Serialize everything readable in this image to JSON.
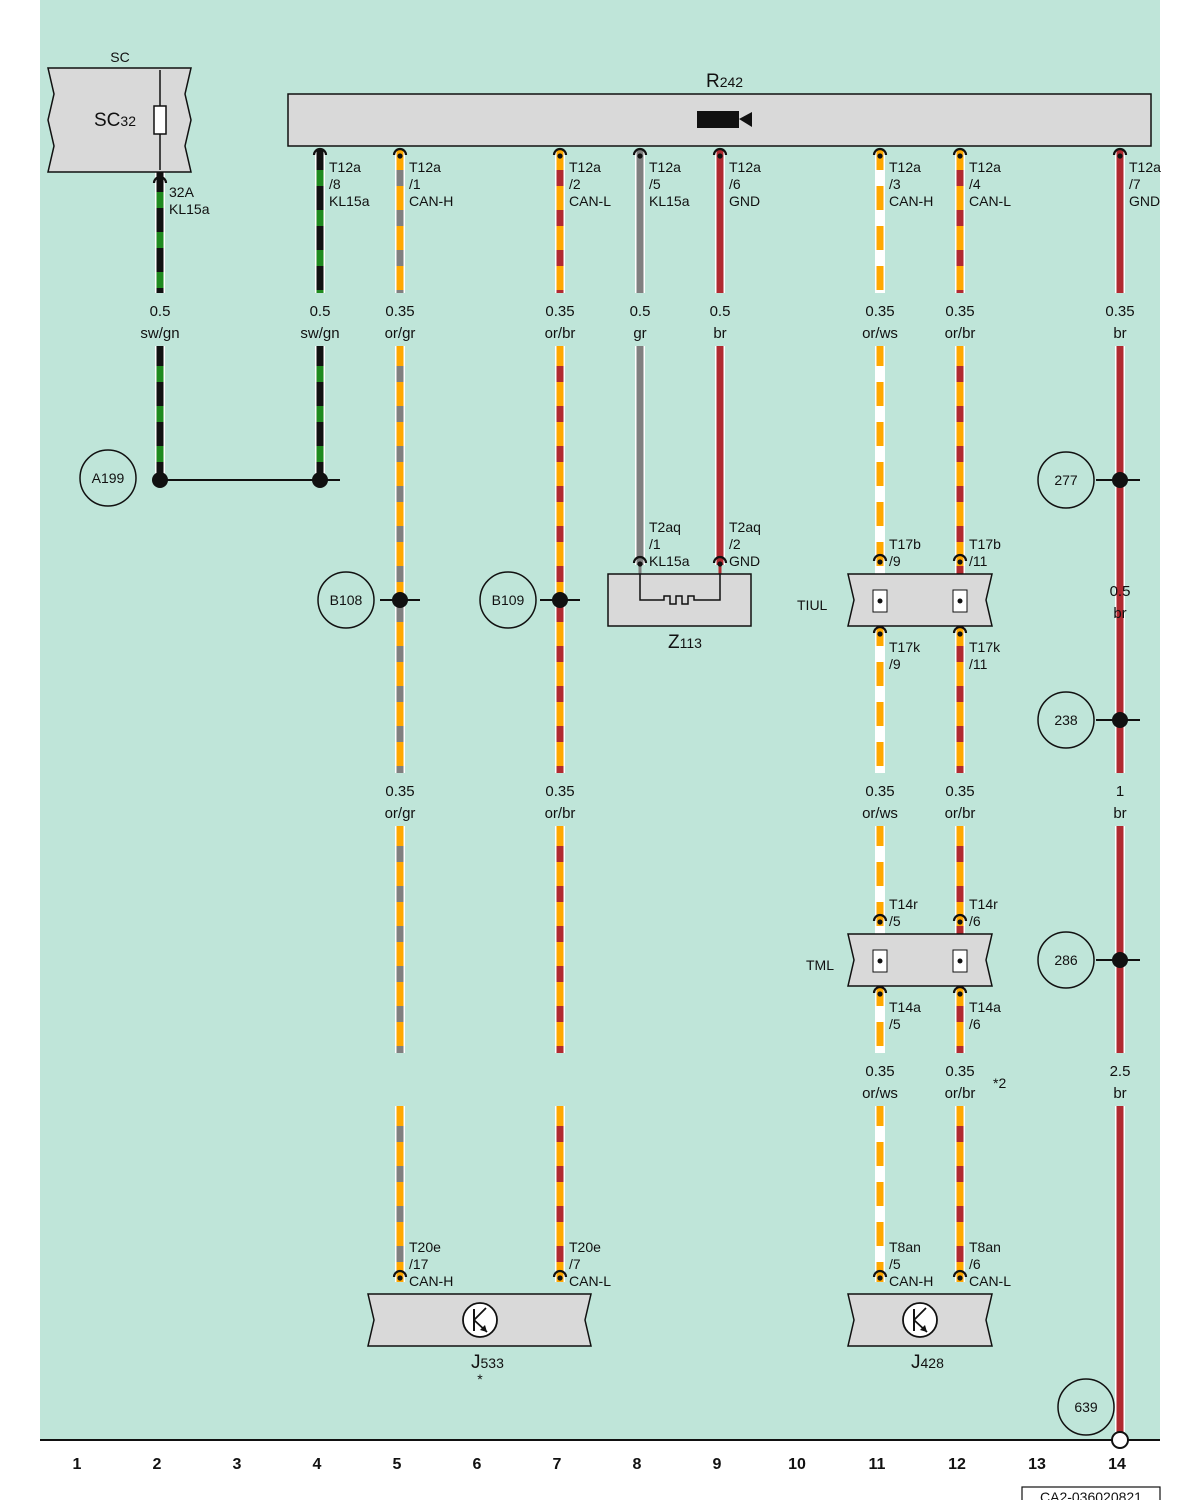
{
  "colors": {
    "background": "#bfe5d9",
    "component_fill": "#d9d9d9",
    "or": "#ffa800",
    "gr": "#808080",
    "br": "#b02a30",
    "ws": "#ffffff",
    "sw": "#111111",
    "gn": "#1f8a1f"
  },
  "fuse_box": {
    "header": "SC",
    "name": "SC",
    "sub": "32",
    "pin": "32A",
    "signal": "KL15a"
  },
  "r242": {
    "name": "R",
    "sub": "242",
    "icon": "camera-icon"
  },
  "r242_pins": [
    {
      "conn": "T12a",
      "pin": "/8",
      "signal": "KL15a"
    },
    {
      "conn": "T12a",
      "pin": "/1",
      "signal": "CAN-H"
    },
    {
      "conn": "T12a",
      "pin": "/2",
      "signal": "CAN-L"
    },
    {
      "conn": "T12a",
      "pin": "/5",
      "signal": "KL15a"
    },
    {
      "conn": "T12a",
      "pin": "/6",
      "signal": "GND"
    },
    {
      "conn": "T12a",
      "pin": "/3",
      "signal": "CAN-H"
    },
    {
      "conn": "T12a",
      "pin": "/4",
      "signal": "CAN-L"
    },
    {
      "conn": "T12a",
      "pin": "/7",
      "signal": "GND"
    }
  ],
  "wire_labels": [
    {
      "size": "0.5",
      "color": "sw/gn"
    },
    {
      "size": "0.5",
      "color": "sw/gn"
    },
    {
      "size": "0.35",
      "color": "or/gr"
    },
    {
      "size": "0.35",
      "color": "or/br"
    },
    {
      "size": "0.5",
      "color": "gr"
    },
    {
      "size": "0.5",
      "color": "br"
    },
    {
      "size": "0.35",
      "color": "or/ws"
    },
    {
      "size": "0.35",
      "color": "or/br"
    },
    {
      "size": "0.35",
      "color": "br"
    },
    {
      "size": "0.35",
      "color": "or/gr"
    },
    {
      "size": "0.35",
      "color": "or/br"
    },
    {
      "size": "0.35",
      "color": "or/ws"
    },
    {
      "size": "0.35",
      "color": "or/br"
    },
    {
      "size": "0.5",
      "color": "br"
    },
    {
      "size": "1",
      "color": "br"
    },
    {
      "size": "0.35",
      "color": "or/ws"
    },
    {
      "size": "0.35",
      "color": "or/br"
    },
    {
      "size": "2.5",
      "color": "br"
    }
  ],
  "splices": [
    "A199",
    "B108",
    "B109",
    "277",
    "238",
    "286",
    "639"
  ],
  "z113": {
    "name": "Z",
    "sub": "113",
    "pins": [
      {
        "conn": "T2aq",
        "pin": "/1",
        "signal": "KL15a"
      },
      {
        "conn": "T2aq",
        "pin": "/2",
        "signal": "GND"
      }
    ]
  },
  "tiul": {
    "name": "TIUL",
    "pins_top": [
      {
        "conn": "T17b",
        "pin": "/9"
      },
      {
        "conn": "T17b",
        "pin": "/11"
      }
    ],
    "pins_bottom": [
      {
        "conn": "T17k",
        "pin": "/9"
      },
      {
        "conn": "T17k",
        "pin": "/11"
      }
    ]
  },
  "tml": {
    "name": "TML",
    "pins_top": [
      {
        "conn": "T14r",
        "pin": "/5"
      },
      {
        "conn": "T14r",
        "pin": "/6"
      }
    ],
    "pins_bottom": [
      {
        "conn": "T14a",
        "pin": "/5"
      },
      {
        "conn": "T14a",
        "pin": "/6"
      }
    ]
  },
  "footnote": "*2",
  "j533": {
    "name": "J",
    "sub": "533",
    "star": "*",
    "pins": [
      {
        "conn": "T20e",
        "pin": "/17",
        "signal": "CAN-H"
      },
      {
        "conn": "T20e",
        "pin": "/7",
        "signal": "CAN-L"
      }
    ]
  },
  "j428": {
    "name": "J",
    "sub": "428",
    "pins": [
      {
        "conn": "T8an",
        "pin": "/5",
        "signal": "CAN-H"
      },
      {
        "conn": "T8an",
        "pin": "/6",
        "signal": "CAN-L"
      }
    ]
  },
  "columns": [
    "1",
    "2",
    "3",
    "4",
    "5",
    "6",
    "7",
    "8",
    "9",
    "10",
    "11",
    "12",
    "13",
    "14"
  ],
  "doc_id": "CA2-036020821"
}
